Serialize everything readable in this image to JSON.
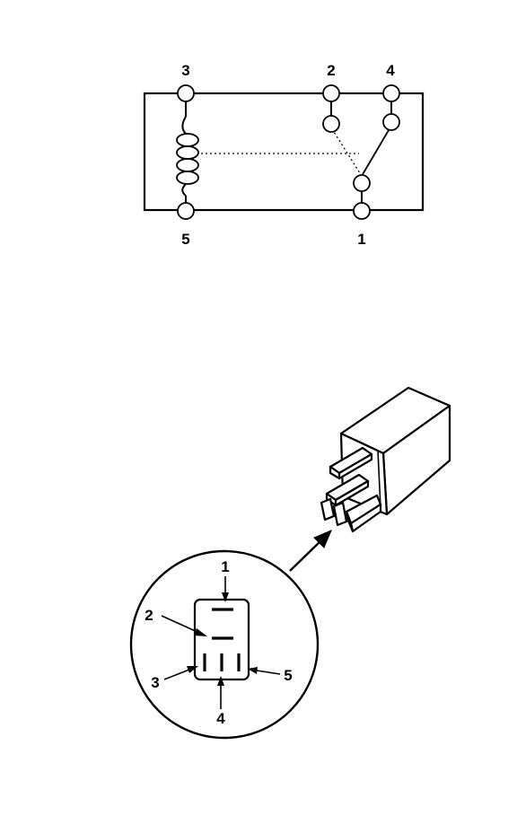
{
  "schematic": {
    "pin_labels": {
      "pin3": "3",
      "pin2": "2",
      "pin4": "4",
      "pin5": "5",
      "pin1": "1"
    }
  },
  "connector_view": {
    "pin_labels": {
      "pin1": "1",
      "pin2": "2",
      "pin3": "3",
      "pin4": "4",
      "pin5": "5"
    }
  }
}
